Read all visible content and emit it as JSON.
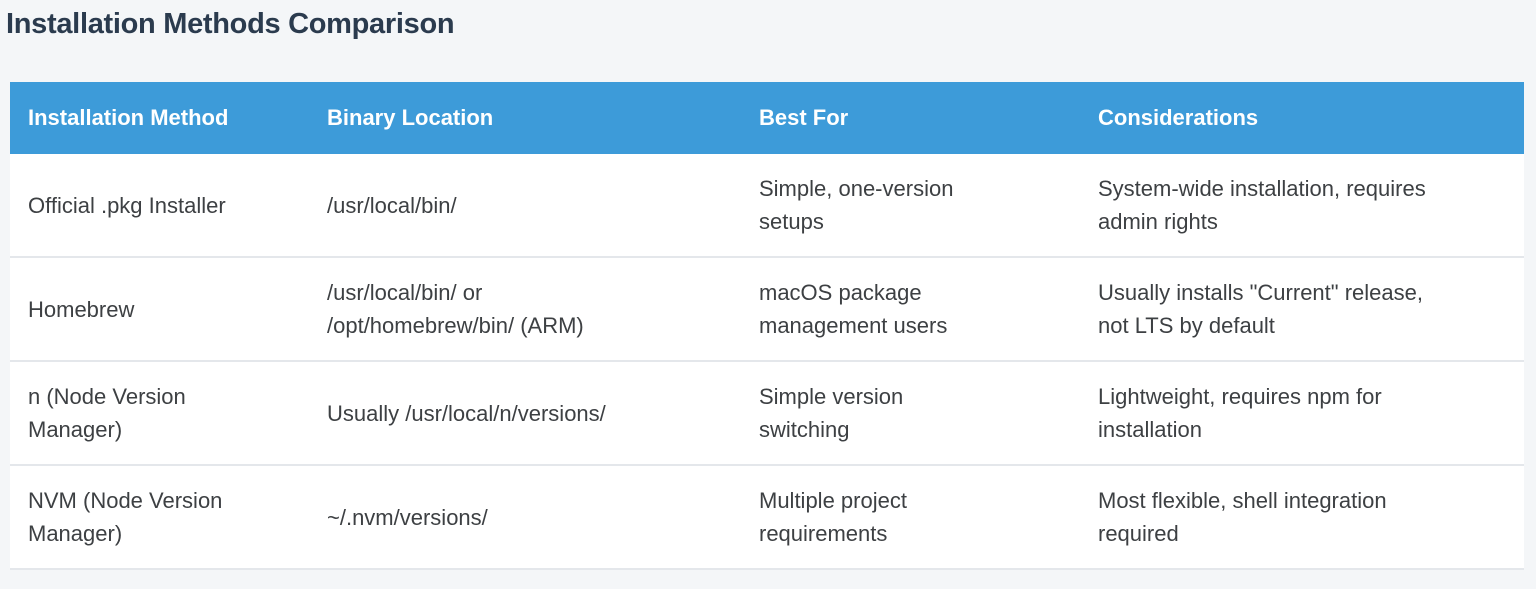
{
  "page": {
    "title": "Installation Methods Comparison"
  },
  "colors": {
    "page_bg": "#f4f6f8",
    "header_bg": "#3d9bd9",
    "header_text": "#ffffff",
    "title_text": "#2b3b4e",
    "body_text": "#3d4043",
    "row_bg": "#ffffff",
    "separator": "#e4e7eb"
  },
  "table": {
    "columns": [
      "Installation Method",
      "Binary Location",
      "Best For",
      "Considerations"
    ],
    "rows": [
      {
        "method": "Official .pkg Installer",
        "binary_location": "/usr/local/bin/",
        "best_for": "Simple, one-version setups",
        "considerations": "System-wide installation, requires admin rights"
      },
      {
        "method": "Homebrew",
        "binary_location": "/usr/local/bin/ or /opt/homebrew/bin/ (ARM)",
        "best_for": "macOS package management users",
        "considerations": "Usually installs \"Current\" release, not LTS by default"
      },
      {
        "method": "n (Node Version Manager)",
        "binary_location": "Usually /usr/local/n/versions/",
        "best_for": "Simple version switching",
        "considerations": "Lightweight, requires npm for installation"
      },
      {
        "method": "NVM (Node Version Manager)",
        "binary_location": "~/.nvm/versions/",
        "best_for": "Multiple project requirements",
        "considerations": "Most flexible, shell integration required"
      }
    ]
  }
}
